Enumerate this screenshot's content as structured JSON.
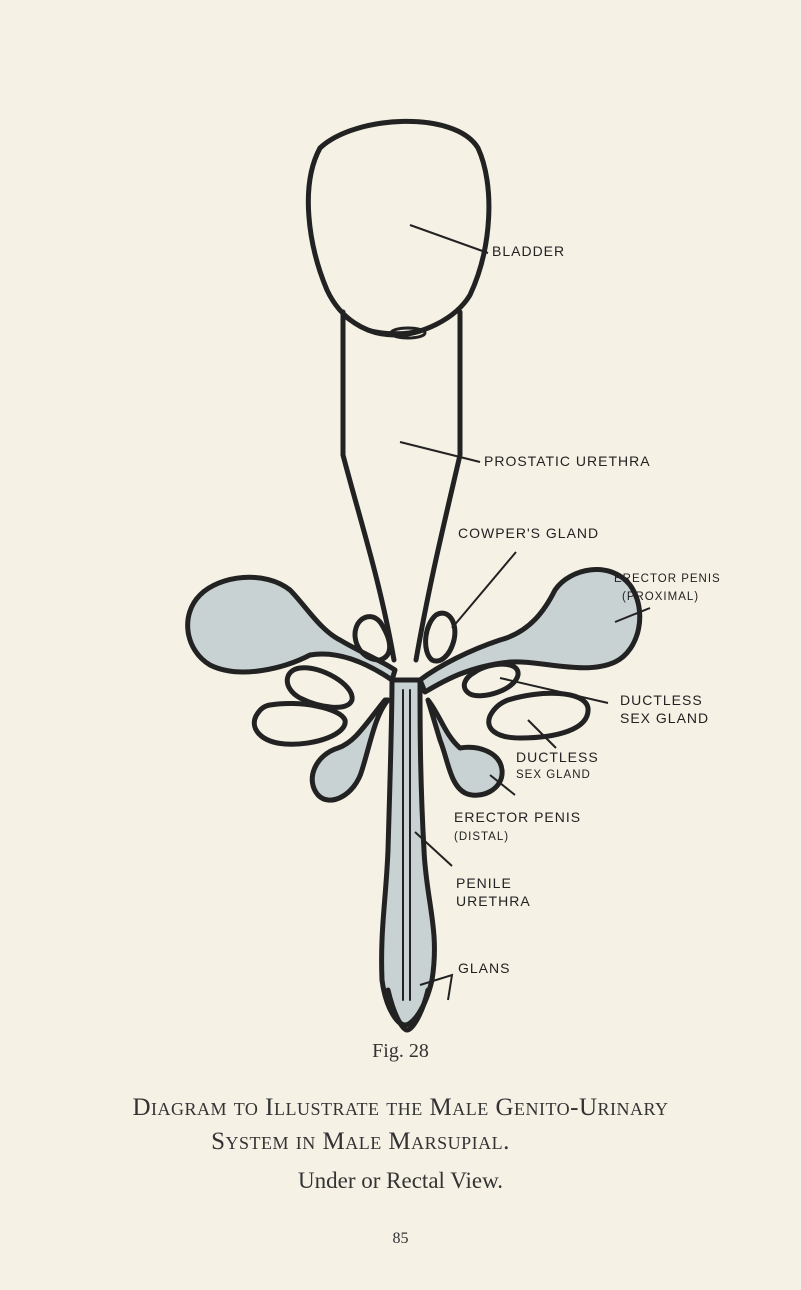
{
  "labels": {
    "bladder": "BLADDER",
    "prostatic_urethra": "PROSTATIC URETHRA",
    "cowpers_gland": "COWPER'S GLAND",
    "erector_penis_proximal_1": "ERECTOR PENIS",
    "erector_penis_proximal_2": "(PROXIMAL)",
    "ductless_right_1": "DUCTLESS",
    "ductless_right_2": "SEX GLAND",
    "ductless_center_1": "DUCTLESS",
    "ductless_center_2": "SEX GLAND",
    "erector_penis_distal_1": "ERECTOR PENIS",
    "erector_penis_distal_2": "(DISTAL)",
    "penile_urethra_1": "PENILE",
    "penile_urethra_2": "URETHRA",
    "glans": "GLANS"
  },
  "caption": {
    "figure": "Fig. 28",
    "title_line1": "Diagram to Illustrate the Male Genito-Urinary",
    "title_line2": "System in Male Marsupial.",
    "subtitle": "Under or Rectal View.",
    "page": "85"
  },
  "colors": {
    "background": "#f6f1e5",
    "organ_fill": "#c9d2d3",
    "line": "#222222"
  }
}
